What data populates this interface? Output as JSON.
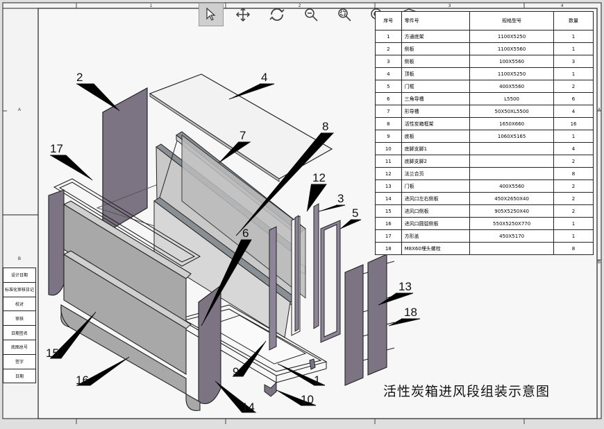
{
  "toolbar": {
    "tools": [
      {
        "name": "select-cursor-icon",
        "active": true
      },
      {
        "name": "pan-icon",
        "active": false
      },
      {
        "name": "rotate-icon",
        "active": false
      },
      {
        "name": "zoom-window-icon",
        "active": false
      },
      {
        "name": "zoom-fit-icon",
        "active": false
      },
      {
        "name": "zoom-in-out-icon",
        "active": false
      },
      {
        "name": "view-orientation-icon",
        "active": false
      }
    ]
  },
  "bom": {
    "headers": [
      "序号",
      "零件号",
      "规格型号",
      "数量"
    ],
    "rows": [
      [
        "1",
        "方通底架",
        "1100X5250",
        "1"
      ],
      [
        "2",
        "侧板",
        "1100X5560",
        "1"
      ],
      [
        "3",
        "侧板",
        "100X5560",
        "3"
      ],
      [
        "4",
        "顶板",
        "1100X5250",
        "1"
      ],
      [
        "5",
        "门框",
        "400X5560",
        "2"
      ],
      [
        "6",
        "三角导槽",
        "L5500",
        "6"
      ],
      [
        "7",
        "形导槽",
        "50X50XL5500",
        "4"
      ],
      [
        "8",
        "活性炭箱框架",
        "1650X660",
        "16"
      ],
      [
        "9",
        "底板",
        "1060X5165",
        "1"
      ],
      [
        "10",
        "底脚支脚1",
        "",
        "4"
      ],
      [
        "11",
        "底脚支脚2",
        "",
        "2"
      ],
      [
        "12",
        "法兰合页",
        "",
        "8"
      ],
      [
        "13",
        "门板",
        "400X5560",
        "2"
      ],
      [
        "14",
        "进风口左右侧板",
        "450X2650X40",
        "2"
      ],
      [
        "15",
        "进风口侧板",
        "905X5250X40",
        "2"
      ],
      [
        "16",
        "进风口圆弧侧板",
        "550X5250X770",
        "1"
      ],
      [
        "17",
        "方形盖",
        "450X5170",
        "1"
      ],
      [
        "18",
        "M8X60埋头螺栓",
        "",
        "8"
      ]
    ]
  },
  "title_block": [
    "设计日期",
    "标准化审核日记",
    "校对",
    "审核",
    "日期签名",
    "底图总号",
    "签字",
    "日期"
  ],
  "border_zones": {
    "top": [
      "1",
      "2",
      "3",
      "4"
    ],
    "left": [
      "A",
      "B"
    ],
    "right": [
      "A",
      "B"
    ]
  },
  "callouts": [
    "2",
    "4",
    "7",
    "8",
    "17",
    "12",
    "3",
    "5",
    "6",
    "13",
    "18",
    "15",
    "9",
    "1",
    "16",
    "14",
    "10"
  ],
  "caption": "活性炭箱进风段组装示意图"
}
